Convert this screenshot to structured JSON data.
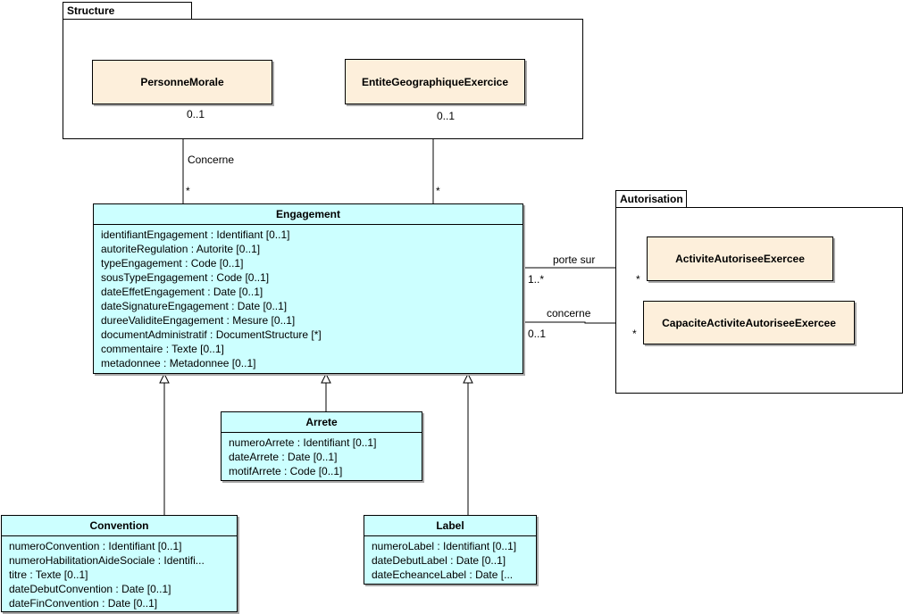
{
  "packages": {
    "structure": "Structure",
    "autorisation": "Autorisation"
  },
  "classes": {
    "personne_morale": "PersonneMorale",
    "entite_geo": "EntiteGeographiqueExercice",
    "activite": "ActiviteAutoriseeExercee",
    "capacite": "CapaciteActiviteAutoriseeExercee",
    "engagement": {
      "name": "Engagement",
      "attrs": [
        "identifiantEngagement : Identifiant [0..1]",
        "autoriteRegulation : Autorite [0..1]",
        "typeEngagement : Code [0..1]",
        "sousTypeEngagement : Code [0..1]",
        "dateEffetEngagement : Date [0..1]",
        "dateSignatureEngagement : Date [0..1]",
        "dureeValiditeEngagement : Mesure [0..1]",
        "documentAdministratif : DocumentStructure [*]",
        "commentaire : Texte [0..1]",
        "metadonnee : Metadonnee [0..1]"
      ]
    },
    "arrete": {
      "name": "Arrete",
      "attrs": [
        "numeroArrete : Identifiant [0..1]",
        "dateArrete : Date [0..1]",
        "motifArrete : Code [0..1]"
      ]
    },
    "convention": {
      "name": "Convention",
      "attrs": [
        "numeroConvention : Identifiant [0..1]",
        "numeroHabilitationAideSociale : Identifi...",
        "titre : Texte [0..1]",
        "dateDebutConvention : Date [0..1]",
        "dateFinConvention : Date [0..1]"
      ]
    },
    "label": {
      "name": "Label",
      "attrs": [
        "numeroLabel : Identifiant [0..1]",
        "dateDebutLabel : Date [0..1]",
        "dateEcheanceLabel : Date [..."
      ]
    }
  },
  "associations": {
    "pm_mult_top": "0..1",
    "pm_name": "Concerne",
    "pm_mult_bottom": "*",
    "eg_mult_top": "0..1",
    "eg_mult_bottom": "*",
    "act_name": "porte sur",
    "act_mult_left": "1..*",
    "act_mult_right": "*",
    "cap_name": "concerne",
    "cap_mult_left": "0..1",
    "cap_mult_right": "*"
  }
}
